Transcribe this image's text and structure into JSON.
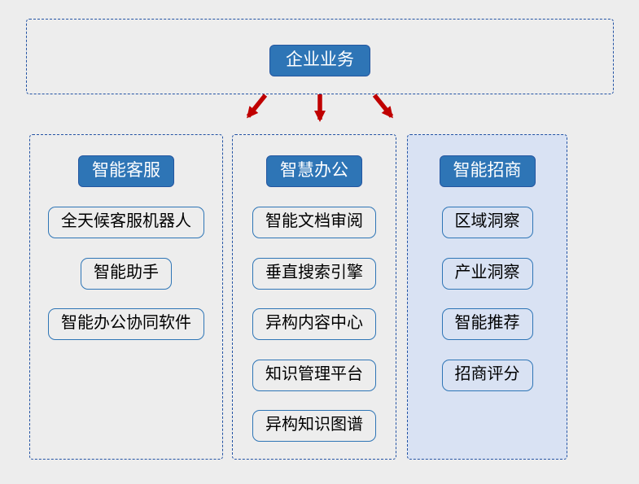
{
  "root": {
    "label": "企业业务"
  },
  "columns": [
    {
      "header": "智能客服",
      "highlighted": false,
      "items": [
        "全天候客服机器人",
        "智能助手",
        "智能办公协同软件"
      ]
    },
    {
      "header": "智慧办公",
      "highlighted": false,
      "items": [
        "智能文档审阅",
        "垂直搜索引擎",
        "异构内容中心",
        "知识管理平台",
        "异构知识图谱"
      ]
    },
    {
      "header": "智能招商",
      "highlighted": true,
      "items": [
        "区域洞察",
        "产业洞察",
        "智能推荐",
        "招商评分"
      ]
    }
  ],
  "colors": {
    "background": "#EDEDED",
    "dashed_border": "#2353A4",
    "header_fill": "#2E75B6",
    "header_border": "#2456A0",
    "header_text": "#FFFFFF",
    "item_border": "#2E75B6",
    "item_text": "#000000",
    "highlight_panel_fill": "#D9E2F3",
    "arrow": "#C00000"
  }
}
